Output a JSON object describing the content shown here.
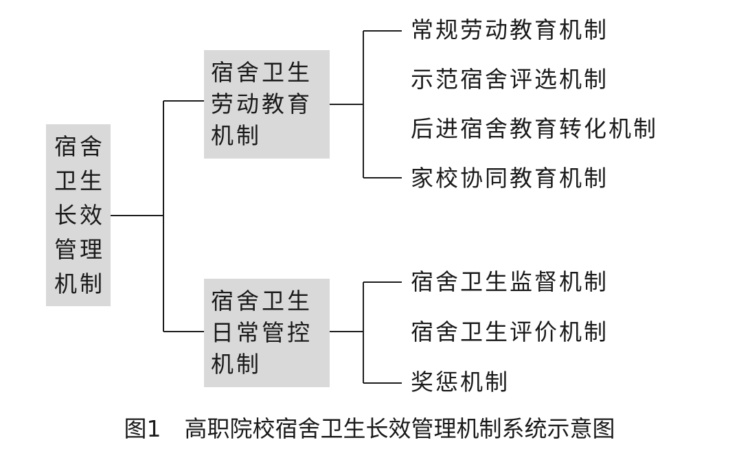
{
  "root": {
    "lines": [
      "宿舍",
      "卫生",
      "长效",
      "管理",
      "机制"
    ]
  },
  "branches": [
    {
      "lines": [
        "宿舍卫生",
        "劳动教育",
        "机制"
      ],
      "leaves": [
        "常规劳动教育机制",
        "示范宿舍评选机制",
        "后进宿舍教育转化机制",
        "家校协同教育机制"
      ]
    },
    {
      "lines": [
        "宿舍卫生",
        "日常管控",
        "机制"
      ],
      "leaves": [
        "宿舍卫生监督机制",
        "宿舍卫生评价机制",
        "奖惩机制"
      ]
    }
  ],
  "caption": {
    "figure_label": "图1",
    "title": "高职院校宿舍卫生长效管理机制系统示意图"
  },
  "colors": {
    "box_fill": "#d9d9d9",
    "line": "#1a1a1a",
    "text": "#1a1a1a"
  }
}
